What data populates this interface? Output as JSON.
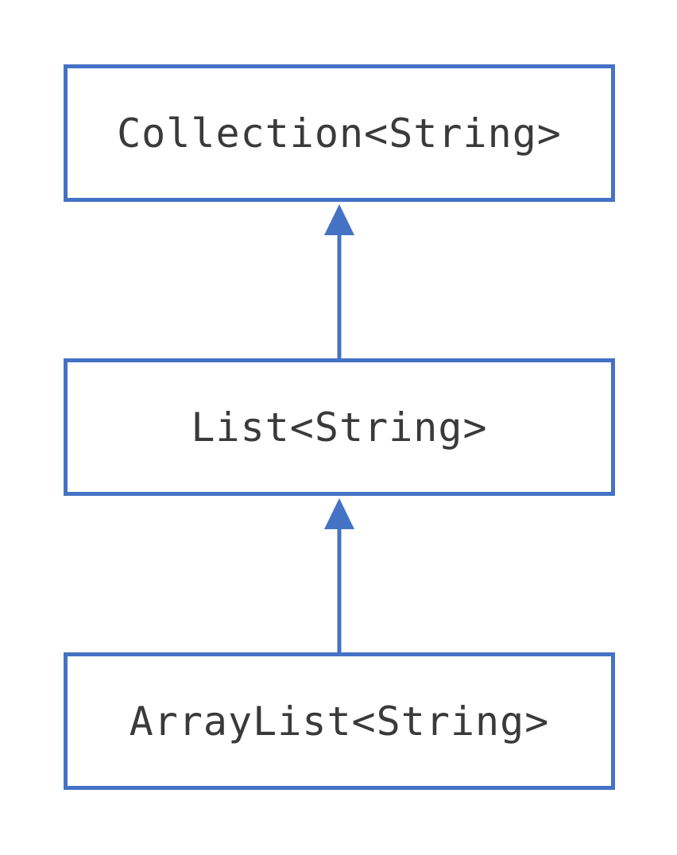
{
  "nodes": [
    {
      "id": "collection",
      "label": "Collection<String>"
    },
    {
      "id": "list",
      "label": "List<String>"
    },
    {
      "id": "arraylist",
      "label": "ArrayList<String>"
    }
  ],
  "edges": [
    {
      "from": "list",
      "to": "collection",
      "type": "inheritance-arrow"
    },
    {
      "from": "arraylist",
      "to": "list",
      "type": "inheritance-arrow"
    }
  ],
  "colors": {
    "stroke": "#4472C4",
    "text": "#3a3a3a",
    "background": "#ffffff"
  }
}
